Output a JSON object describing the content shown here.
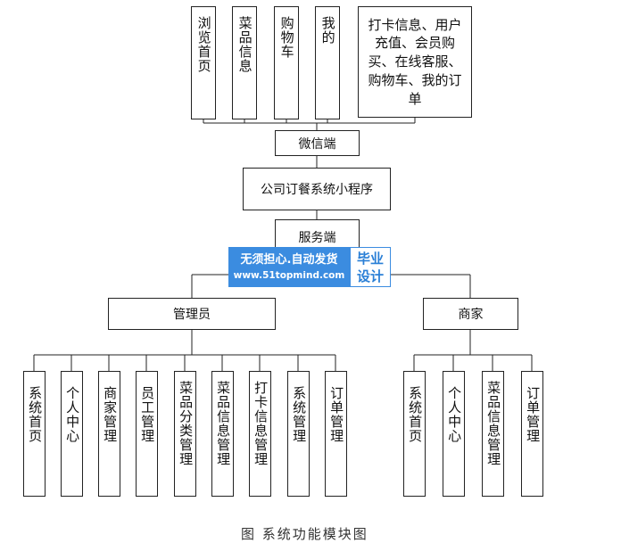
{
  "diagram": {
    "wechat_modules": [
      "浏览首页",
      "菜品信息",
      "购物车",
      "我的",
      "打卡信息、用户充值、会员购买、在线客服、购物车、我的订单"
    ],
    "wechat_end": "微信端",
    "root": "公司订餐系统小程序",
    "server_end": "服务端",
    "admin": "管理员",
    "merchant": "商家",
    "admin_modules": [
      "系统首页",
      "个人中心",
      "商家管理",
      "员工管理",
      "菜品分类管理",
      "菜品信息管理",
      "打卡信息管理",
      "系统管理",
      "订单管理"
    ],
    "merchant_modules": [
      "系统首页",
      "个人中心",
      "菜品信息管理",
      "订单管理"
    ],
    "caption": "图 系统功能模块图"
  },
  "watermark": {
    "line1": "无须担心.自动发货",
    "line2": "www.51topmind.com",
    "badge": "毕业设计",
    "bg_color": "#3b8ce0"
  }
}
